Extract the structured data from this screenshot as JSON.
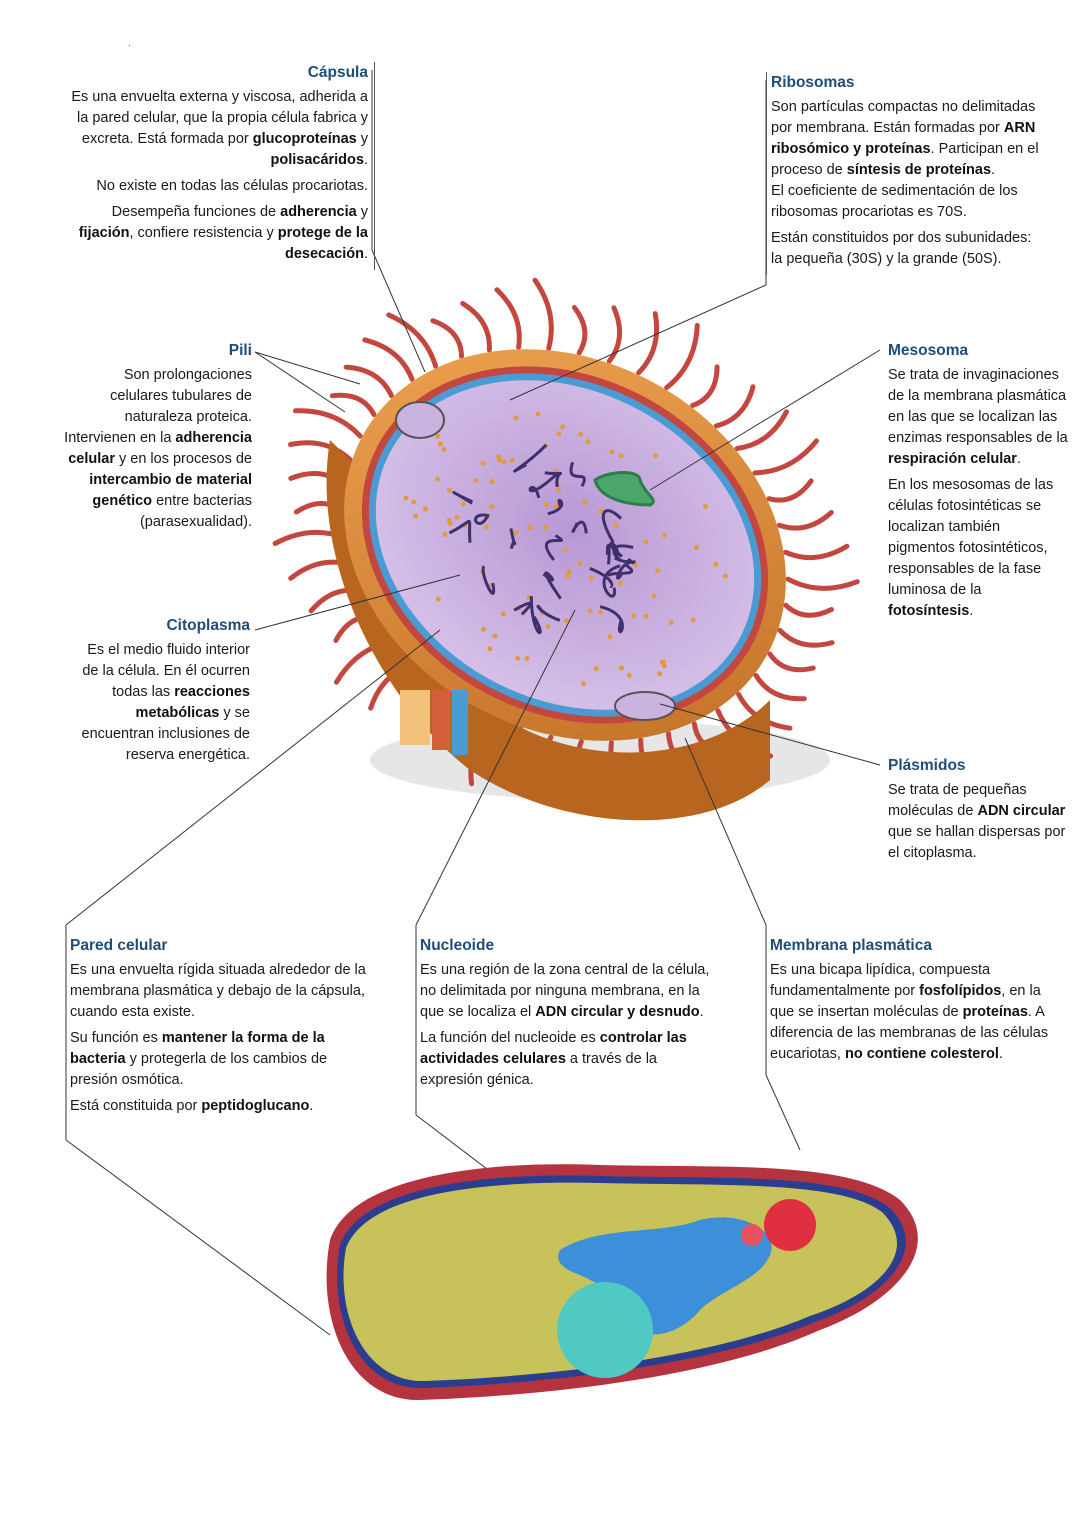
{
  "capsula": {
    "title": "Cápsula",
    "p1": [
      "Es una envuelta externa y viscosa, adherida a la pared celular, que la propia célula fabrica y excreta. Está formada por ",
      "glucoproteínas",
      " y ",
      "polisacáridos",
      "."
    ],
    "p2": "No existe en todas las células procariotas.",
    "p3": [
      "Desempeña funciones de ",
      "adherencia",
      " y ",
      "fijación",
      ", confiere resistencia y ",
      "protege de la desecación",
      "."
    ]
  },
  "ribosomas": {
    "title": "Ribosomas",
    "p1": [
      "Son partículas compactas no delimitadas por membrana. Están formadas por ",
      "ARN ribosómico y proteínas",
      ". Participan en el proceso de ",
      "síntesis de proteínas",
      "."
    ],
    "p2": "El coeficiente de sedimentación de los ribosomas procariotas es 70S.",
    "p3": "Están constituidos por dos subunidades: la pequeña (30S) y la grande (50S)."
  },
  "pili": {
    "title": "Pili",
    "p1": "Son prolongaciones celulares tubulares de naturaleza proteica.",
    "p2": [
      "Intervienen en la ",
      "adherencia celular",
      " y en los procesos de ",
      "intercambio de material genético",
      " entre bacterias (parasexualidad)."
    ]
  },
  "mesosoma": {
    "title": "Mesosoma",
    "p1": [
      "Se trata de invaginaciones de la membrana plasmática en las que se localizan las enzimas responsables de la ",
      "respiración celular",
      "."
    ],
    "p2": [
      "En los mesosomas de las células fotosintéticas se localizan también pigmentos fotosintéticos, responsables de la fase luminosa de la ",
      "fotosíntesis",
      "."
    ]
  },
  "citoplasma": {
    "title": "Citoplasma",
    "p1": [
      "Es el medio fluido interior de la célula. En él ocurren todas las ",
      "reacciones metabólicas",
      " y se encuentran inclusiones de reserva energética."
    ]
  },
  "plasmidos": {
    "title": "Plásmidos",
    "p1": [
      "Se trata de pequeñas moléculas de ",
      "ADN circular",
      " que se hallan dispersas por el citoplasma."
    ]
  },
  "pared": {
    "title": "Pared celular",
    "p1": "Es una envuelta rígida situada alrededor de la membrana plasmática y debajo de la cápsula, cuando esta existe.",
    "p2": [
      "Su función es ",
      "mantener la forma de la bacteria",
      " y protegerla de los cambios de presión osmótica."
    ],
    "p3": [
      "Está constituida por ",
      "peptidoglucano",
      "."
    ]
  },
  "nucleoide": {
    "title": "Nucleoide",
    "p1": [
      "Es una región de la zona central de la célula, no delimitada por ninguna membrana, en la que se localiza el ",
      "ADN circular y desnudo",
      "."
    ],
    "p2": [
      "La función del nucleoide es ",
      "controlar las actividades celulares",
      " a través de la expresión génica."
    ]
  },
  "membrana": {
    "title": "Membrana plasmática",
    "p1": [
      "Es una bicapa lipídica, compuesta fundamentalmente por ",
      "fosfolípidos",
      ", en la que se insertan moléculas de ",
      "proteínas",
      ". A diferencia de las membranas de las células eucariotas, ",
      "no contiene colesterol",
      "."
    ]
  },
  "colors": {
    "title": "#1e4d7a",
    "capsule": "#d9863a",
    "cytoplasm": "#c9a8dc",
    "pili": "#c4473f",
    "membrane": "#4a9bd4",
    "micro_bg": "#c7c25a",
    "micro_nucleoid": "#3c8fd8",
    "micro_plasmid": "#4fc9c2",
    "micro_red": "#e03040"
  }
}
